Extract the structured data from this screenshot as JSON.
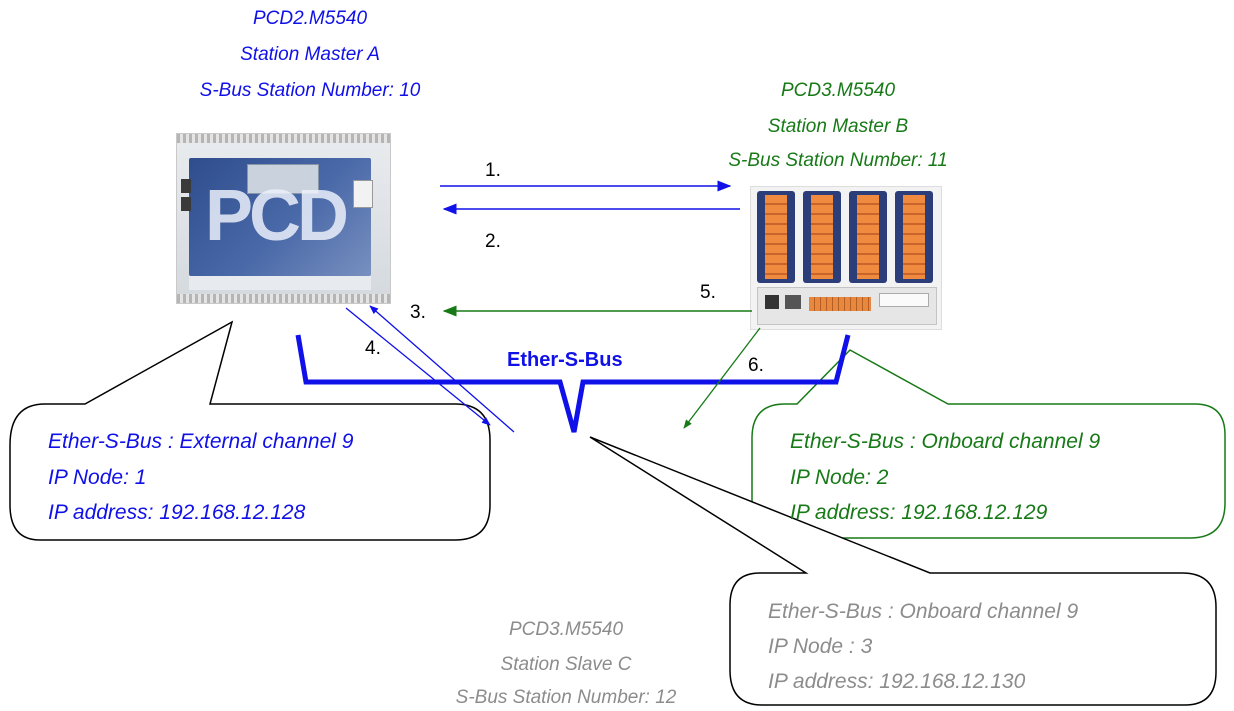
{
  "colors": {
    "blue": "#1010e8",
    "green": "#177a17",
    "gray": "#8c8c8c",
    "black": "#000000"
  },
  "station_a": {
    "model": "PCD2.M5540",
    "role": "Station Master A",
    "sbus": "S-Bus Station Number: 10",
    "logo_text": "PCD"
  },
  "station_b": {
    "model": "PCD3.M5540",
    "role": "Station Master B",
    "sbus": "S-Bus Station Number: 11"
  },
  "station_c": {
    "model": "PCD3.M5540",
    "role": "Station Slave C",
    "sbus": "S-Bus Station Number: 12"
  },
  "bus": {
    "label": "Ether-S-Bus"
  },
  "arrows": {
    "a1": "1.",
    "a2": "2.",
    "a3": "3.",
    "a4": "4.",
    "a5": "5.",
    "a6": "6."
  },
  "callout_a": {
    "channel": "Ether-S-Bus : External channel 9",
    "node": "IP Node: 1",
    "ip": "IP address: 192.168.12.128"
  },
  "callout_b": {
    "channel": "Ether-S-Bus : Onboard channel 9",
    "node": "IP Node: 2",
    "ip": "IP address: 192.168.12.129"
  },
  "callout_c": {
    "channel": "Ether-S-Bus : Onboard channel 9",
    "node": "IP Node : 3",
    "ip": "IP address: 192.168.12.130"
  }
}
